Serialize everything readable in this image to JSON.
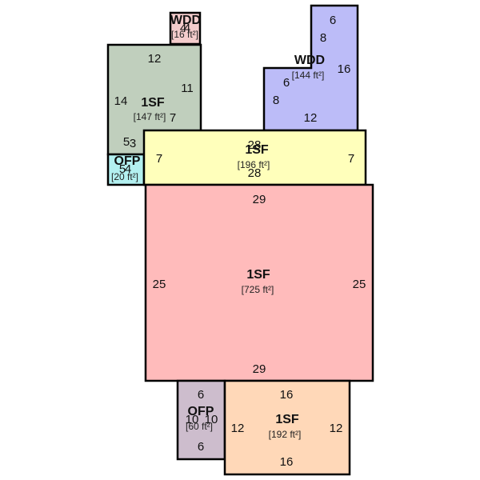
{
  "areas": [
    {
      "code": "WDD",
      "size": "[16 ft²]",
      "color": "#f4cccc",
      "dims": [
        "4",
        "4"
      ]
    },
    {
      "code": "1SF",
      "size": "[147 ft²]",
      "color": "#c0cfbd",
      "dims": [
        "12",
        "11",
        "14",
        "7",
        "5",
        "3"
      ]
    },
    {
      "code": "OFP",
      "size": "[20 ft²]",
      "color": "#b3f0f0",
      "dims": [
        "5",
        "4"
      ]
    },
    {
      "code": "WDD",
      "size": "[144 ft²]",
      "color": "#bcbcf8",
      "dims": [
        "6",
        "8",
        "16",
        "6",
        "8",
        "12"
      ]
    },
    {
      "code": "1SF",
      "size": "[196 ft²]",
      "color": "#ffffbb",
      "dims": [
        "28",
        "7",
        "7",
        "28"
      ]
    },
    {
      "code": "1SF",
      "size": "[725 ft²]",
      "color": "#ffbbbb",
      "dims": [
        "29",
        "25",
        "25",
        "29"
      ]
    },
    {
      "code": "OFP",
      "size": "[60 ft²]",
      "color": "#cdbdcd",
      "dims": [
        "6",
        "10",
        "10",
        "6"
      ]
    },
    {
      "code": "1SF",
      "size": "[192 ft²]",
      "color": "#ffd8b8",
      "dims": [
        "16",
        "12",
        "12",
        "16"
      ]
    }
  ]
}
